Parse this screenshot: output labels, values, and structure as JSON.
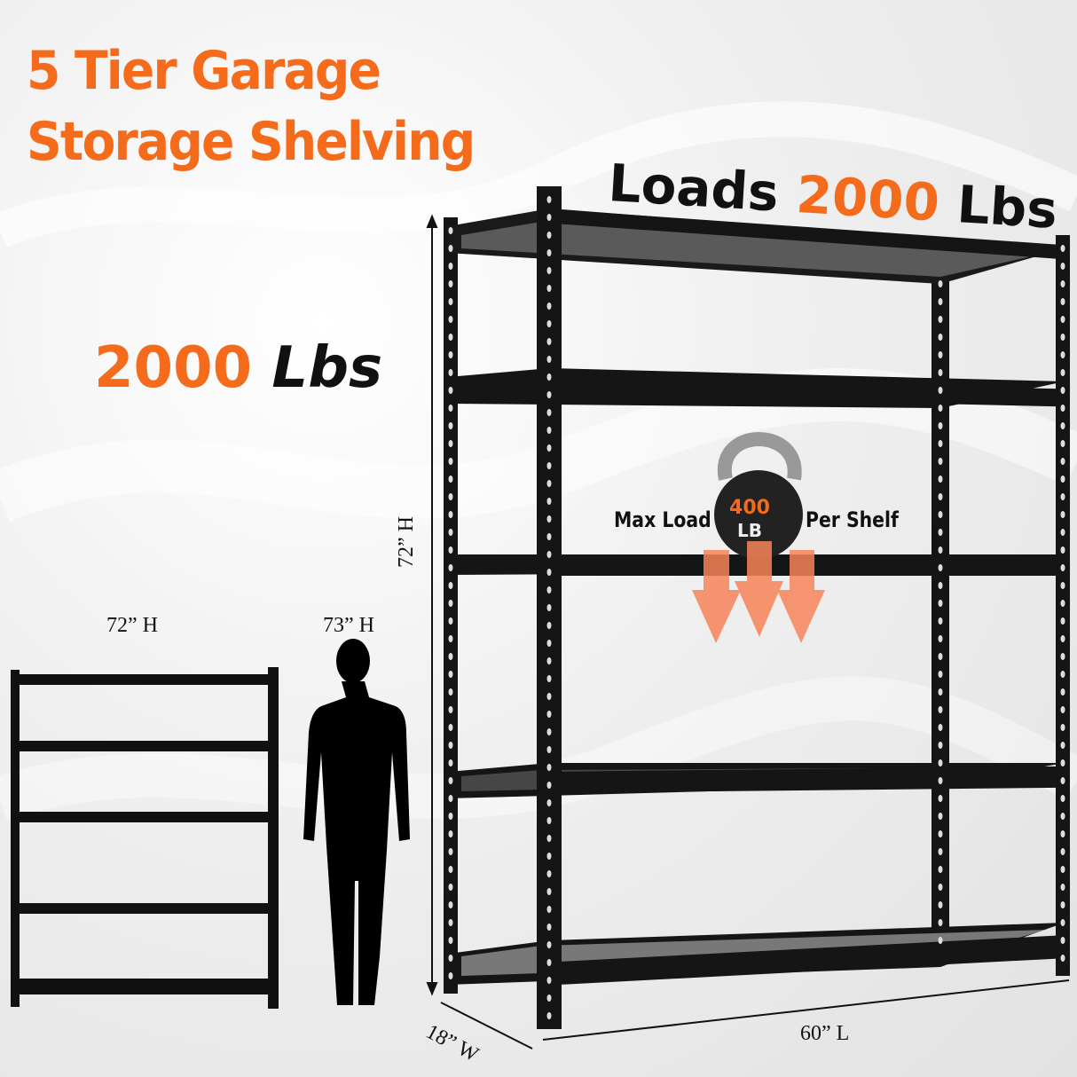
{
  "title": {
    "line1": "5 Tier Garage",
    "line2": "Storage Shelving"
  },
  "loads_banner": {
    "prefix": "Loads",
    "value": "2000",
    "unit": "Lbs"
  },
  "capacity": {
    "value": "2000",
    "unit": "Lbs"
  },
  "per_shelf": {
    "left": "Max Load",
    "right": "Per Shelf",
    "weight": "400",
    "weight_unit": "LB"
  },
  "dimensions": {
    "height_big": "72” H",
    "height_small": "72” H",
    "person_height": "73” H",
    "width": "18” W",
    "length": "60” L"
  },
  "colors": {
    "accent": "#f46b1c",
    "frame": "#111111"
  }
}
